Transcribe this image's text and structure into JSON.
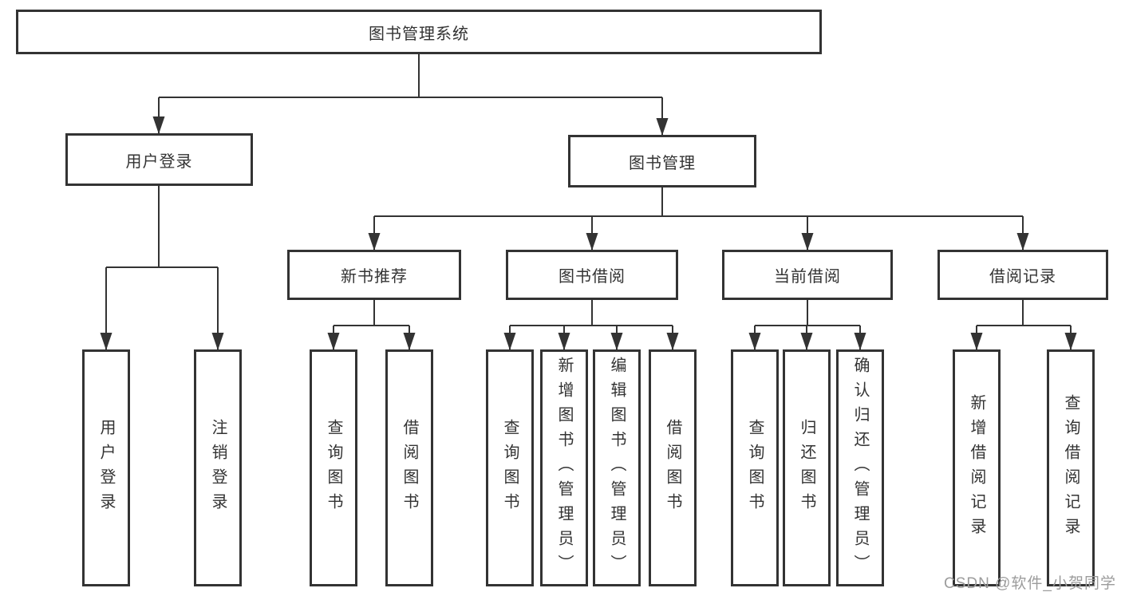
{
  "tree": {
    "label": "图书管理系统",
    "children": [
      {
        "label": "用户登录",
        "children": [
          {
            "label": "用户登录"
          },
          {
            "label": "注销登录"
          }
        ]
      },
      {
        "label": "图书管理",
        "children": [
          {
            "label": "新书推荐",
            "children": [
              {
                "label": "查询图书"
              },
              {
                "label": "借阅图书"
              }
            ]
          },
          {
            "label": "图书借阅",
            "children": [
              {
                "label": "查询图书"
              },
              {
                "label": "新增图书（管理员）"
              },
              {
                "label": "编辑图书（管理员）"
              },
              {
                "label": "借阅图书"
              }
            ]
          },
          {
            "label": "当前借阅",
            "children": [
              {
                "label": "查询图书"
              },
              {
                "label": "归还图书"
              },
              {
                "label": "确认归还（管理员）"
              }
            ]
          },
          {
            "label": "借阅记录",
            "children": [
              {
                "label": "新增借阅记录"
              },
              {
                "label": "查询借阅记录"
              }
            ]
          }
        ]
      }
    ]
  },
  "watermark": "CSDN @软件_小贺同学",
  "colors": {
    "line": "#333333",
    "text": "#333333",
    "background": "#ffffff",
    "watermark": "#9c9c9c"
  }
}
